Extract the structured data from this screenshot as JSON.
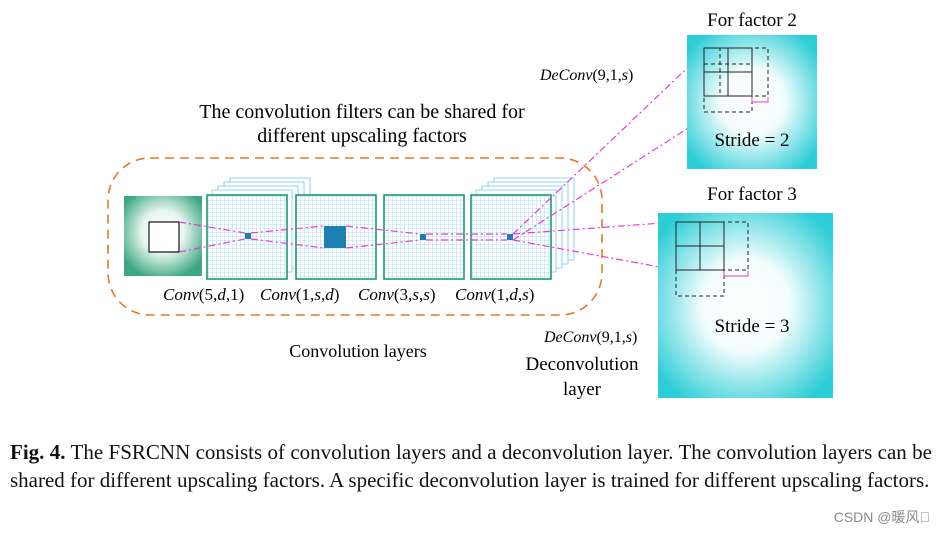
{
  "shared_note": {
    "line1": "The convolution filters can be shared for",
    "line2": "different upscaling factors"
  },
  "conv_labels": [
    {
      "name": "Conv",
      "args": "(5,",
      "i1": "d",
      "rest": ",1)"
    },
    {
      "name": "Conv",
      "args": "(1,",
      "i1": "s",
      "rest": ",",
      "i2": "d",
      "end": ")"
    },
    {
      "name": "Conv",
      "args": "(3,",
      "i1": "s",
      "rest": ",",
      "i2": "s",
      "end": ")"
    },
    {
      "name": "Conv",
      "args": "(1,",
      "i1": "d",
      "rest": ",",
      "i2": "s",
      "end": ")"
    }
  ],
  "conv_section_label": "Convolution layers",
  "deconv_top_label": {
    "name": "DeConv",
    "args": "(9,1,",
    "i1": "s",
    "end": ")"
  },
  "deconv_bottom_label": {
    "name": "DeConv",
    "args": "(9,1,",
    "i1": "s",
    "end": ")"
  },
  "deconv_section_label": {
    "line1": "Deconvolution",
    "line2": "layer"
  },
  "factor2": {
    "title": "For factor 2",
    "stride": "Stride = 2"
  },
  "factor3": {
    "title": "For factor 3",
    "stride": "Stride = 3"
  },
  "caption": {
    "prefix": "Fig. 4.",
    "text": "The FSRCNN consists of convolution layers and a deconvolution layer. The convolution layers can be shared for different upscaling factors. A specific deconvolution layer is trained for different upscaling factors."
  },
  "watermark": "CSDN @暖风\u0000",
  "colors": {
    "dash_orange": "#e87722",
    "magenta": "#e83ad6",
    "grid_blue": "#35a8df",
    "layer_green": "#1a9a6a",
    "cyan": "#3bd1d8"
  }
}
